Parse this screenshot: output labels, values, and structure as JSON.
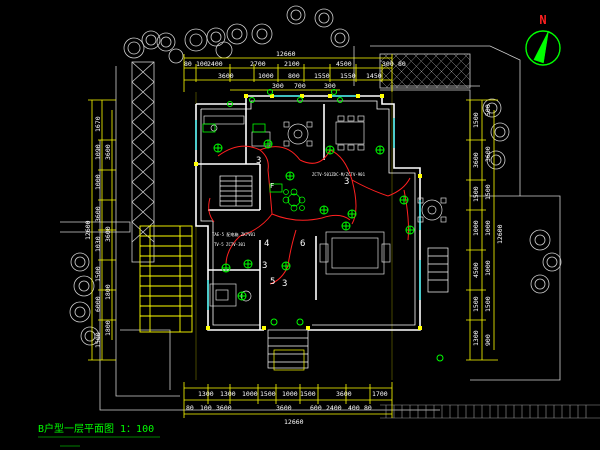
{
  "drawing": {
    "title": "B户型一层平面图 1：100",
    "colors": {
      "background": "#000000",
      "wall": "#ffffff",
      "dimension": "#ffff00",
      "wiring": "#ff2020",
      "fixture": "#00ff00",
      "landscape": "#cfcfcf",
      "furniture": "#dcdcdc",
      "north": "#ff2020"
    }
  },
  "north_arrow": {
    "label": "N"
  },
  "dims": {
    "top_total": "12660",
    "top_row1": [
      "80",
      "100",
      "2400",
      "2700",
      "2100",
      "4500",
      "300",
      "80"
    ],
    "top_row2": [
      "3600",
      "1000",
      "800",
      "1550",
      "1550",
      "1450"
    ],
    "top_row3": [
      "300",
      "700",
      "300"
    ],
    "bottom_row1": [
      "1300",
      "1300",
      "1000",
      "1500",
      "1000",
      "1500",
      "3600",
      "1700"
    ],
    "bottom_row2": [
      "3600",
      "3600",
      "600",
      "2400",
      "400",
      "80"
    ],
    "bottom_left": "80",
    "bottom_second_left": "100",
    "bottom_total": "12660",
    "left_total": "12600",
    "left_row1": [
      "1670",
      "1090",
      "1000",
      "3600",
      "1030",
      "1500",
      "6000",
      "1500"
    ],
    "left_row2": [
      "3600",
      "3600",
      "1800",
      "1800"
    ],
    "right_total": "12600",
    "right_row1": [
      "1500",
      "3600",
      "1500",
      "1000",
      "4500",
      "1500",
      "1300"
    ],
    "right_row2": [
      "500",
      "3600",
      "1500",
      "1000",
      "1000",
      "1500",
      "900"
    ]
  },
  "room_labels": {
    "circuit_3a": "3",
    "circuit_3b": "3",
    "circuit_3c": "3",
    "circuit_3d": "3",
    "circuit_4": "4",
    "circuit_5": "5",
    "circuit_6": "6",
    "circuit_f": "F",
    "note_a": "TAE-5 配电箱 ZK7V01",
    "note_b": "TV-5 ZCTV-301",
    "note_c": "ZCTV-501ZDC-M/ZCTV-901"
  }
}
